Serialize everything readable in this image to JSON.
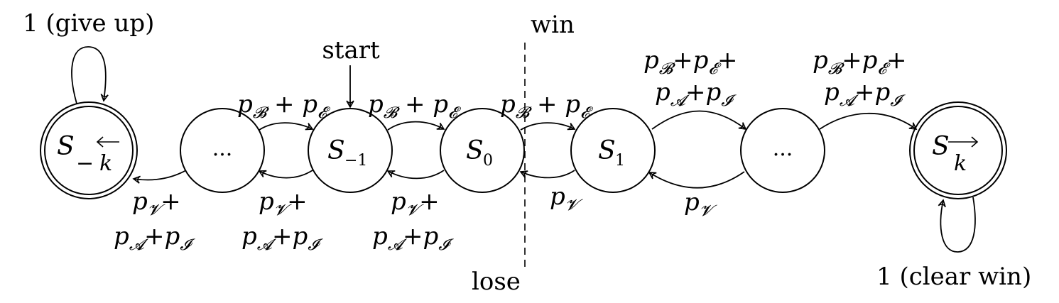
{
  "nodes": {
    "left_absorb": {
      "main": "S",
      "sub": "−k",
      "sub_arrow": "left"
    },
    "left_dots": {
      "label": "..."
    },
    "s_minus1": {
      "main": "S",
      "sub": "−1"
    },
    "s0": {
      "main": "S",
      "sub": "0"
    },
    "s1": {
      "main": "S",
      "sub": "1"
    },
    "right_dots": {
      "label": "..."
    },
    "right_absorb": {
      "main": "S",
      "sub": "k",
      "sub_arrow": "right"
    }
  },
  "labels": {
    "give_up": "1 (give up)",
    "clear_win": "1 (clear win)",
    "start": "start",
    "win": "win",
    "lose": "lose"
  },
  "edge_labels": {
    "forward_simple": {
      "p": "p",
      "b": "𝓑",
      "plus": " + ",
      "e": "𝓔"
    },
    "forward_multi_line1": {
      "p": "p",
      "b": "𝓑",
      "plus": "+",
      "e": "𝓔",
      "tail": "+"
    },
    "forward_multi_line2": {
      "p": "p",
      "a": "𝓐",
      "plus": "+",
      "i": "𝓘"
    },
    "back_line1": {
      "p": "p",
      "v": "𝓥",
      "tail": "+"
    },
    "back_line2": {
      "p": "p",
      "a": "𝓐",
      "plus": "+",
      "i": "𝓘"
    },
    "back_simple": {
      "p": "p",
      "v": "𝓥"
    }
  }
}
